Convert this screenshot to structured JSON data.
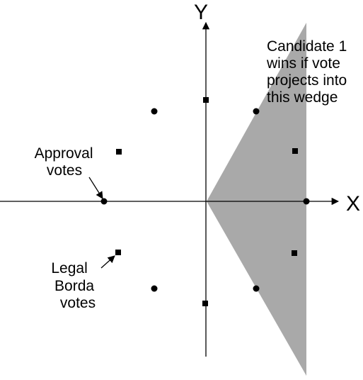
{
  "colors": {
    "wedge": "#a9a9a9",
    "ink": "#000000",
    "background": "#ffffff"
  },
  "axes": {
    "x_label": "X",
    "y_label": "Y"
  },
  "wedge_caption": {
    "lines": [
      "Candidate 1",
      "wins if vote",
      "projects into",
      "this wedge"
    ]
  },
  "approval_caption": {
    "lines": [
      "Approval",
      "votes"
    ]
  },
  "borda_caption": {
    "lines": [
      "Legal",
      "Borda",
      "votes"
    ]
  },
  "markers": {
    "approval_votes_shape": "circle",
    "legal_borda_votes_shape": "square"
  }
}
